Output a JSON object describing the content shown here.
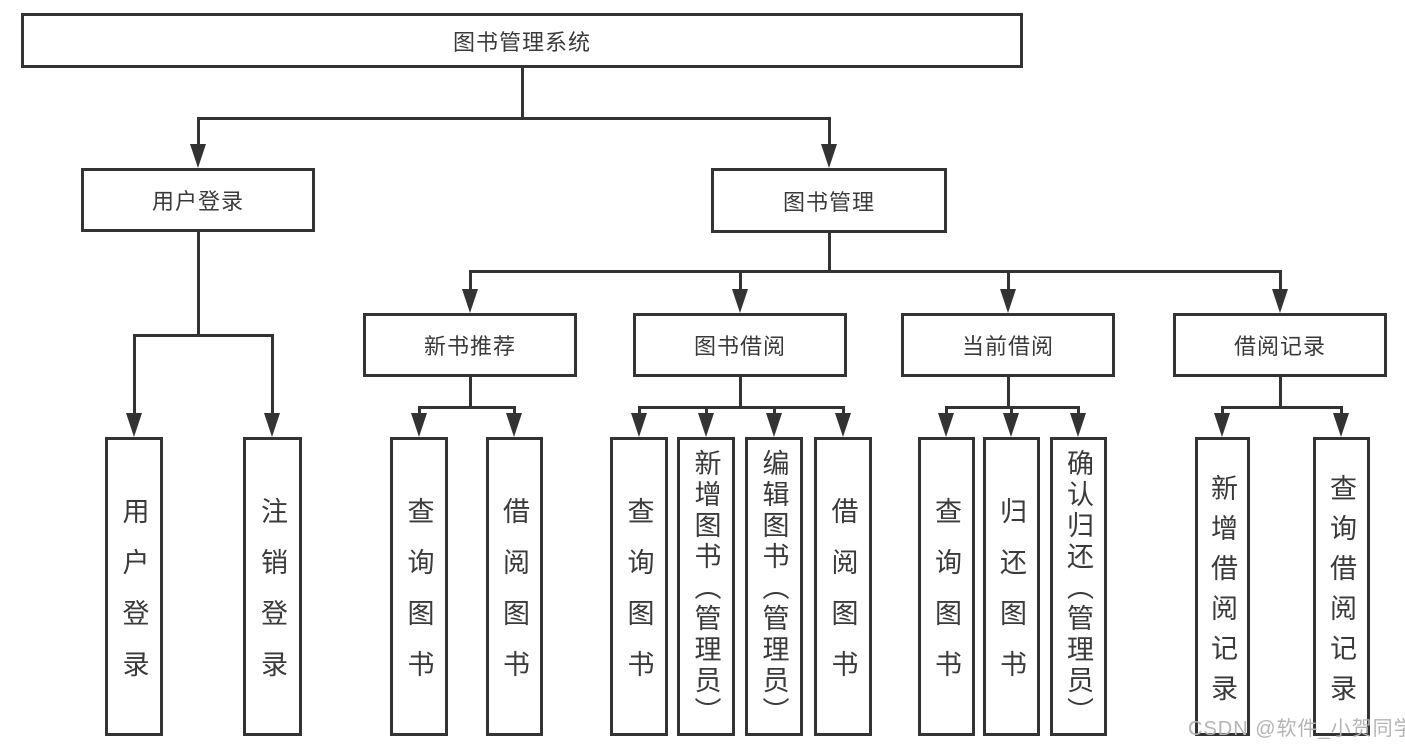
{
  "colors": {
    "line": "#333333",
    "text": "#3a3a3a",
    "background": "#ffffff",
    "watermark": "#b4b4b4"
  },
  "watermark": "CSDN @软件_小贺同学",
  "diagram": {
    "root": {
      "label": "图书管理系统"
    },
    "branches": [
      {
        "label": "用户登录",
        "children": [
          {
            "label": "用户登录"
          },
          {
            "label": "注销登录"
          }
        ]
      },
      {
        "label": "图书管理",
        "children": [
          {
            "label": "新书推荐",
            "children": [
              {
                "label": "查询图书"
              },
              {
                "label": "借阅图书"
              }
            ]
          },
          {
            "label": "图书借阅",
            "children": [
              {
                "label": "查询图书"
              },
              {
                "label": "新增图书（管理员）"
              },
              {
                "label": "编辑图书（管理员）"
              },
              {
                "label": "借阅图书"
              }
            ]
          },
          {
            "label": "当前借阅",
            "children": [
              {
                "label": "查询图书"
              },
              {
                "label": "归还图书"
              },
              {
                "label": "确认归还（管理员）"
              }
            ]
          },
          {
            "label": "借阅记录",
            "children": [
              {
                "label": "新增借阅记录"
              },
              {
                "label": "查询借阅记录"
              }
            ]
          }
        ]
      }
    ]
  }
}
